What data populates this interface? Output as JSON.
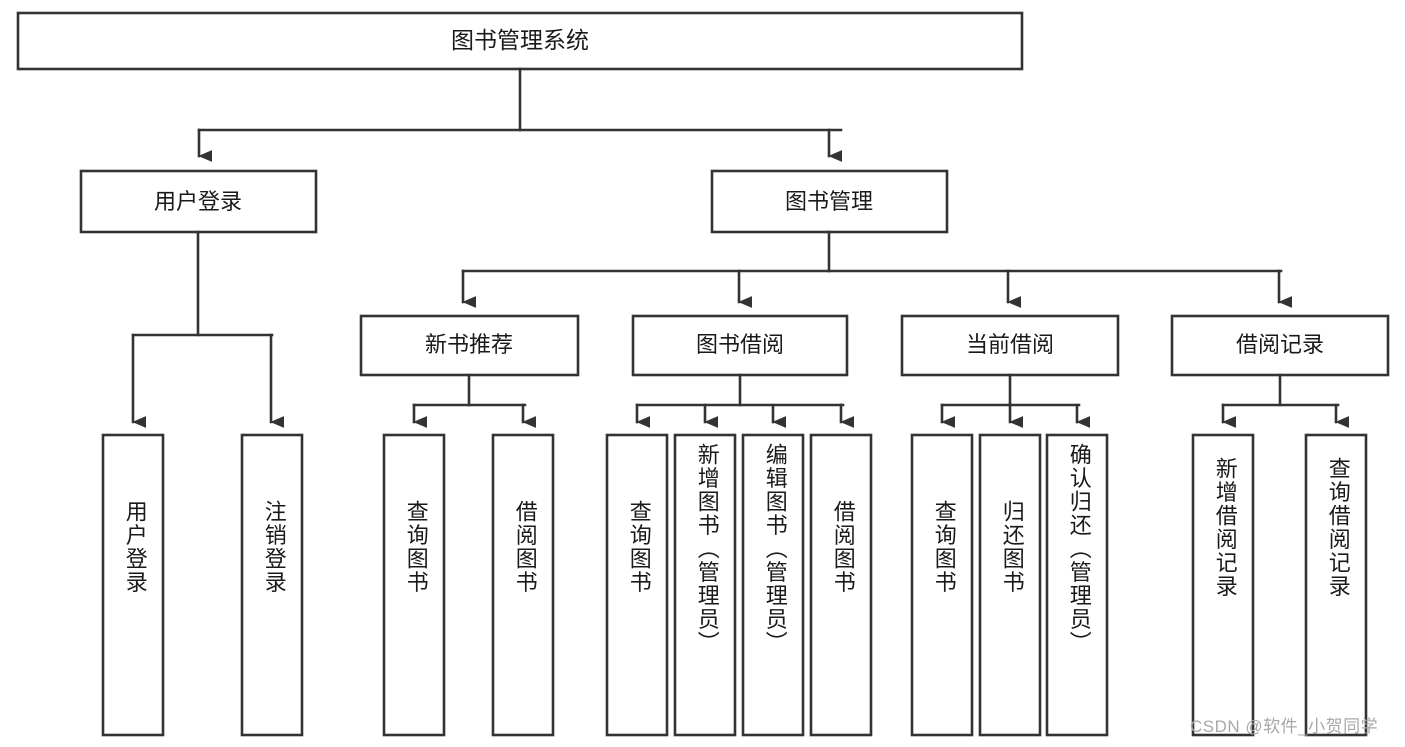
{
  "diagram": {
    "type": "tree-hierarchy",
    "title": "图书管理系统",
    "watermark": "CSDN @软件_小贺同学",
    "colors": {
      "stroke": "#333333",
      "fill": "#ffffff",
      "text": "#1a1a1a",
      "watermark": "#a8a8a8",
      "background": "#ffffff"
    },
    "root": {
      "label": "图书管理系统",
      "orientation": "horizontal"
    },
    "level2": [
      {
        "label": "用户登录",
        "orientation": "horizontal"
      },
      {
        "label": "图书管理",
        "orientation": "horizontal"
      }
    ],
    "level3": [
      {
        "label": "新书推荐",
        "orientation": "horizontal",
        "parent": "图书管理"
      },
      {
        "label": "图书借阅",
        "orientation": "horizontal",
        "parent": "图书管理"
      },
      {
        "label": "当前借阅",
        "orientation": "horizontal",
        "parent": "图书管理"
      },
      {
        "label": "借阅记录",
        "orientation": "horizontal",
        "parent": "图书管理"
      }
    ],
    "leaves": {
      "user_login": [
        {
          "label": "用户登录",
          "orientation": "vertical"
        },
        {
          "label": "注销登录",
          "orientation": "vertical"
        }
      ],
      "new_book_recommend": [
        {
          "label": "查询图书",
          "orientation": "vertical"
        },
        {
          "label": "借阅图书",
          "orientation": "vertical"
        }
      ],
      "book_borrow": [
        {
          "label": "查询图书",
          "orientation": "vertical"
        },
        {
          "label": "新增图书（管理员）",
          "orientation": "vertical"
        },
        {
          "label": "编辑图书（管理员）",
          "orientation": "vertical"
        },
        {
          "label": "借阅图书",
          "orientation": "vertical"
        }
      ],
      "current_borrow": [
        {
          "label": "查询图书",
          "orientation": "vertical"
        },
        {
          "label": "归还图书",
          "orientation": "vertical"
        },
        {
          "label": "确认归还（管理员）",
          "orientation": "vertical"
        }
      ],
      "borrow_record": [
        {
          "label": "新增借阅记录",
          "orientation": "vertical"
        },
        {
          "label": "查询借阅记录",
          "orientation": "vertical"
        }
      ]
    }
  }
}
